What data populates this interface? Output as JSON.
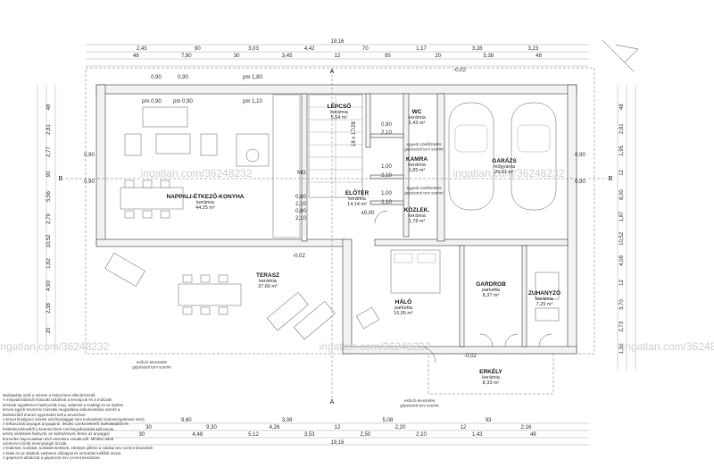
{
  "watermarks": [
    "ingatlan.com/36248232",
    "ingatlan.com/36248232",
    "ingatlan.com/36248232",
    "ingatlan.com/36248232",
    "ingatlan.com/36248232"
  ],
  "rooms": {
    "living": {
      "name": "NAPPALI-ÉTKEZŐ-KONYHA",
      "floor": "kerámia",
      "area": "44,25 m²"
    },
    "stairs": {
      "name": "LÉPCSŐ",
      "floor": "kerámia",
      "area": "5,54 m²"
    },
    "wc": {
      "name": "WC",
      "floor": "kerámia",
      "area": "1,43 m²"
    },
    "pantry": {
      "name": "KAMRA",
      "floor": "kerámia",
      "area": "1,85 m²"
    },
    "hall": {
      "name": "ELŐTÉR",
      "floor": "kerámia",
      "area": "14,14 m²"
    },
    "corridor": {
      "name": "KÖZLEK.",
      "floor": "kerámia",
      "area": "1,78 m²"
    },
    "garage": {
      "name": "GARÁZS",
      "floor": "műgyanta",
      "area": "29,01 m²"
    },
    "terrace": {
      "name": "TERASZ",
      "floor": "kerámia",
      "area": "37,66 m²"
    },
    "bedroom": {
      "name": "HÁLÓ",
      "floor": "parketta",
      "area": "16,05 m²"
    },
    "wardrobe": {
      "name": "GARDROB",
      "floor": "parketta",
      "area": "8,37 m²"
    },
    "shower": {
      "name": "ZUHANYZÓ",
      "floor": "kerámia",
      "area": "7,25 m²"
    },
    "balcony": {
      "name": "ERKÉLY",
      "floor": "kerámia",
      "area": "8,33 m²"
    }
  },
  "notes": {
    "gutter_left": [
      "esővíz-elvezetés",
      "gépészeti terv szerint"
    ],
    "gutter_bottom": [
      "esővíz-elvezetés",
      "gépészeti terv szerint"
    ],
    "equip_1": [
      "egyedi szellőztetés",
      "gépészeti terv szerint"
    ],
    "equip_2": [
      "egyedi szellőztetés",
      "gépészeti terv szerint"
    ]
  },
  "markers": {
    "section_a": "A",
    "section_b": "B",
    "level_top": "-0,02",
    "level_mid": "±0,00",
    "level_terrace": "-0,02",
    "level_balcony": "-0,02",
    "stair_label": "18 x 17/28"
  },
  "dims_top": {
    "row1": [
      "19,16"
    ],
    "row2": [
      "2,43",
      "90",
      "3,03",
      "4,42",
      "70",
      "1,17",
      "3,28",
      "3,23"
    ],
    "row3": [
      "48",
      "7,80",
      "30",
      "3,45",
      "12",
      "95",
      "20",
      "5,38",
      "48"
    ]
  },
  "dims_bottom": {
    "row1": [
      "9,60",
      "3,08",
      "5,08",
      "93"
    ],
    "row2": [
      "30",
      "9,30",
      "4,26",
      "12",
      "2,20",
      "12",
      "2,16"
    ],
    "row3": [
      "30",
      "4,48",
      "5,12",
      "3,53",
      "2,50",
      "2,10",
      "1,43",
      "48"
    ],
    "row4": [
      "19,16"
    ]
  },
  "dims_left": [
    "48",
    "2,81",
    "2,77",
    "90",
    "5,56",
    "2,79",
    "10,52",
    "1,62",
    "4,90",
    "2,38",
    "20"
  ],
  "dims_right": [
    "48",
    "2,81",
    "1,95",
    "12",
    "8,00",
    "1,87",
    "10,52",
    "4,08",
    "12",
    "3,70",
    "2,73",
    "1,50"
  ],
  "opening_labels": [
    "pm 0,90",
    "pm 0,90",
    "pm 1,10",
    "pm 1,80",
    "0,90",
    "0,90",
    "0,80",
    "0,90",
    "0,90",
    "1,00",
    "1,00",
    "0,80",
    "0,80",
    "2,10",
    "2,10",
    "2,10",
    "2,10",
    "2,10",
    "0,90",
    "0,90",
    "MG"
  ],
  "legend": [
    "Moldasáda szék a mérete a helyszínen ellenőrizendő.",
    "A megvalósításnál műszaki tartalmat a tervrajzok és a műszaki",
    "leírások együttesen határozzák meg, valamint a szakági és az építési",
    "tervek egyéb tervezési műszaki megoldásai dokumentálva szerint a",
    "kivitelezőtől érdemi egyeztetés kell a tervezővel.",
    "A tervet kidolgozó mérete mérőszalaggal nem leolvasható (méretezgetéssel nem).",
    "A felhasznált anyagok anyagairól, felületi szerkezeteiről, burkolataiból és",
    "felületkezeléseiből a kivitelezőnek minőségválasztást kell tennie,",
    "amely sérülések hiányzik, az építménnyel, illetve az anyaggal",
    "közvetlen kapcsolatban lévő elemekre vonatkozik. Minden adott",
    "szerkezet szintű mennyiségét bízzák.",
    "A födémek, korlátok, korlátelemelések, erkélyek pillérei a statikai terv szerint készülnek.",
    "A falak és az ablakok vasbeton előlapjait és sírmártás kellőbb részei.",
    "A gépészeti alhálózat a gépészeti terv szerint készülnek."
  ]
}
